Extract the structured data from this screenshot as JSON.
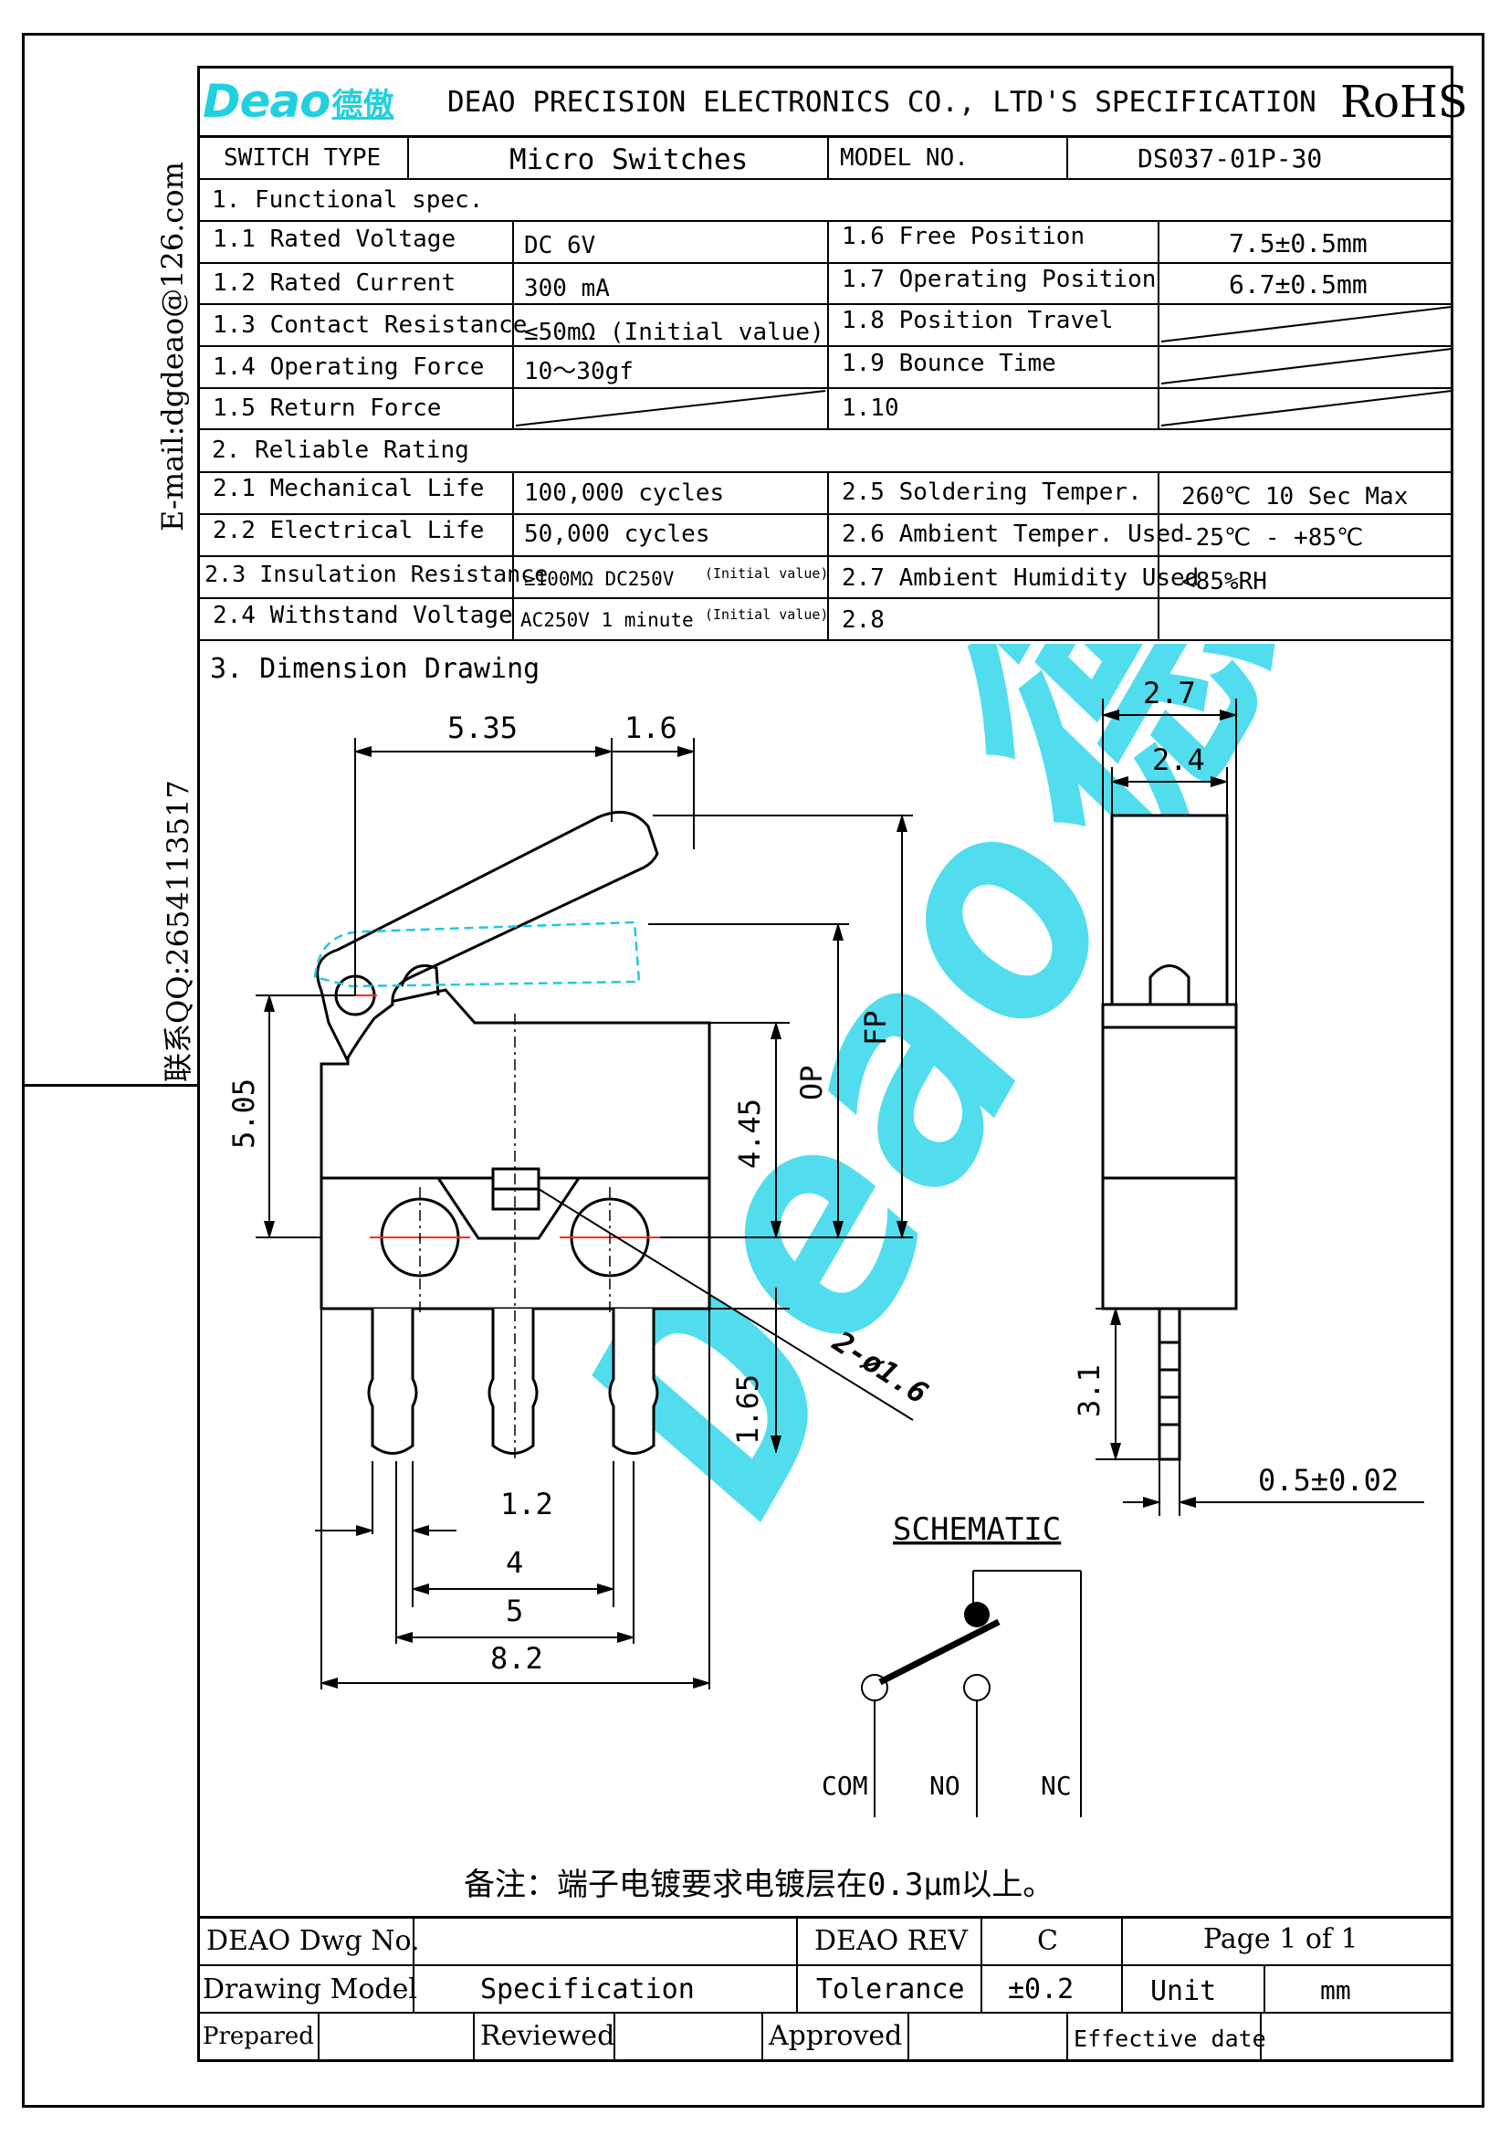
{
  "sidebar": {
    "email": "E-mail:dgdeao@126.com",
    "qq": "联系QQ:2654113517"
  },
  "header": {
    "logo_text": "Deao",
    "logo_cn": "德傲",
    "company": "DEAO PRECISION ELECTRONICS CO., LTD'S SPECIFICATION",
    "rohs": "RoHS",
    "brand_color": "#20d0e0"
  },
  "switch_row": {
    "switch_type_label": "SWITCH TYPE",
    "switch_type_value": "Micro Switches",
    "model_label": "MODEL NO.",
    "model_value": "DS037-01P-30"
  },
  "functional": {
    "heading": "1. Functional spec.",
    "rows": [
      {
        "l_label": "1.1 Rated Voltage",
        "l_value": "DC 6V",
        "r_label": "1.6  Free Position",
        "r_value": "7.5±0.5mm"
      },
      {
        "l_label": "1.2 Rated Current",
        "l_value": "300 mA",
        "r_label": "1.7  Operating Position",
        "r_value": "6.7±0.5mm"
      },
      {
        "l_label": "1.3 Contact Resistance",
        "l_value": "≤50mΩ  (Initial value)",
        "r_label": "1.8  Position Travel",
        "r_value": ""
      },
      {
        "l_label": "1.4 Operating Force",
        "l_value": "10～30gf",
        "r_label": "1.9  Bounce Time",
        "r_value": ""
      },
      {
        "l_label": "1.5 Return Force",
        "l_value": "",
        "r_label": "1.10",
        "r_value": ""
      }
    ]
  },
  "reliable": {
    "heading": "2. Reliable Rating",
    "rows": [
      {
        "l_label": "2.1 Mechanical Life",
        "l_value": "100,000 cycles",
        "r_label": "2.5 Soldering Temper.",
        "r_value": "260℃ 10 Sec Max"
      },
      {
        "l_label": "2.2 Electrical Life",
        "l_value": "50,000 cycles",
        "r_label": "2.6 Ambient Temper. Used",
        "r_value": "-25℃ - +85℃"
      },
      {
        "l_label": "2.3 Insulation Resistance",
        "l_value": "≥100MΩ DC250V",
        "l_note": "(Initial value)",
        "r_label": "2.7 Ambient Humidity Used",
        "r_value": "<85%RH"
      },
      {
        "l_label": "2.4  Withstand Voltage",
        "l_value": "AC250V 1 minute",
        "l_note": "(Initial value)",
        "r_label": "2.8",
        "r_value": ""
      }
    ]
  },
  "drawing": {
    "heading": "3. Dimension Drawing",
    "dims": {
      "d535": "5.35",
      "d16": "1.6",
      "d505": "5.05",
      "d445": "4.45",
      "op": "OP",
      "fp": "FP",
      "d165": "1.65",
      "hole": "2-ø1.6",
      "d12": "1.2",
      "d4": "4",
      "d5": "5",
      "d82": "8.2",
      "d27": "2.7",
      "d24": "2.4",
      "d31": "3.1",
      "d05": "0.5±0.02"
    },
    "schematic": {
      "title": "SCHEMATIC",
      "com": "COM",
      "no": "NO",
      "nc": "NC"
    },
    "note": "备注：端子电镀要求电镀层在0.3μm以上。",
    "watermark": "Deao德傲"
  },
  "footer": {
    "dwg_label": "DEAO Dwg No.",
    "dwg_value": "",
    "rev_label": "DEAO REV",
    "rev_value": "C",
    "page": "Page 1 of 1",
    "model_label": "Drawing Model",
    "model_value": "Specification",
    "tol_label": "Tolerance",
    "tol_value": "±0.2",
    "unit_label": "Unit",
    "unit_value": "mm",
    "prepared": "Prepared",
    "reviewed": "Reviewed",
    "approved": "Approved",
    "effective": "Effective date"
  }
}
